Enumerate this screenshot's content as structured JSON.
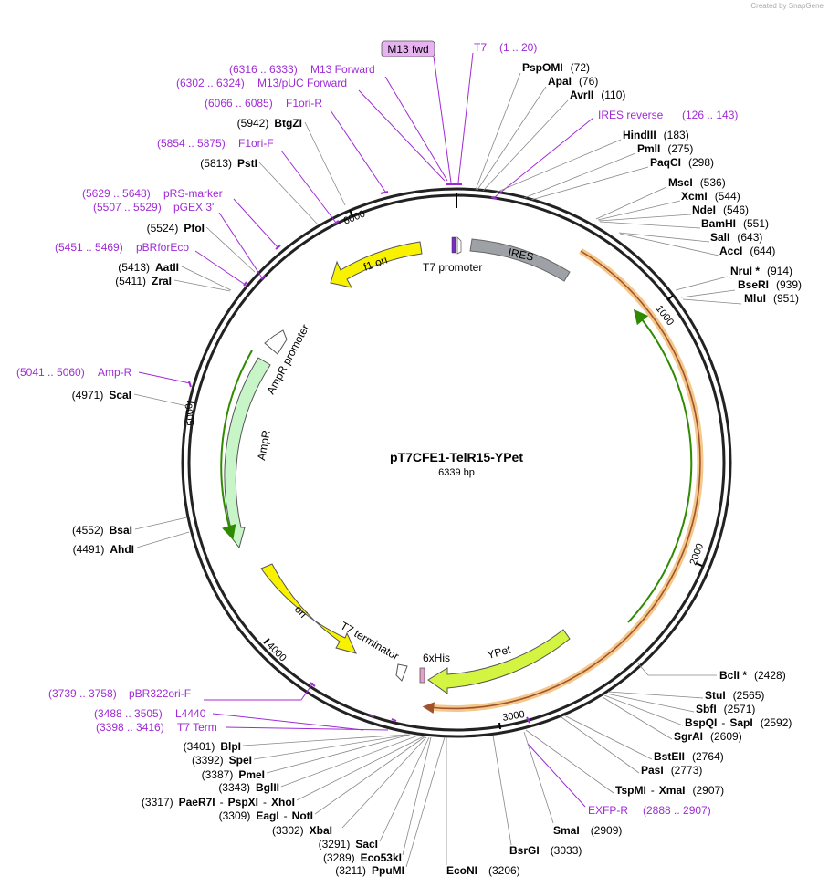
{
  "credit": "Created by SnapGene",
  "plasmid": {
    "name": "pT7CFE1-TelR15-YPet",
    "size": "6339 bp"
  },
  "ticks": [
    "1000",
    "2000",
    "3000",
    "4000",
    "5000",
    "6000"
  ],
  "features": {
    "t7_promoter": "T7 promoter",
    "ires": "IRES",
    "f1_ori": "f1 ori",
    "ampr_promoter": "AmpR promoter",
    "ampr": "AmpR",
    "ori": "ori",
    "t7_terminator": "T7 terminator",
    "his": "6xHis",
    "ypet": "YPet"
  },
  "primers": {
    "m13fwd_box": "M13 fwd",
    "t7": {
      "name": "T7",
      "range": "(1 .. 20)"
    },
    "m13_forward": {
      "name": "M13 Forward",
      "range": "(6316 .. 6333)"
    },
    "m13_puc": {
      "name": "M13/pUC Forward",
      "range": "(6302 .. 6324)"
    },
    "f1ori_r": {
      "name": "F1ori-R",
      "range": "(6066 .. 6085)"
    },
    "f1ori_f": {
      "name": "F1ori-F",
      "range": "(5854 .. 5875)"
    },
    "prs_marker": {
      "name": "pRS-marker",
      "range": "(5629 .. 5648)"
    },
    "pgex3": {
      "name": "pGEX 3'",
      "range": "(5507 .. 5529)"
    },
    "pbrforeco": {
      "name": "pBRforEco",
      "range": "(5451 .. 5469)"
    },
    "ampr_primer": {
      "name": "Amp-R",
      "range": "(5041 .. 5060)"
    },
    "ires_reverse": {
      "name": "IRES reverse",
      "range": "(126 .. 143)"
    },
    "pbr322ori_f": {
      "name": "pBR322ori-F",
      "range": "(3739 .. 3758)"
    },
    "l4440": {
      "name": "L4440",
      "range": "(3488 .. 3505)"
    },
    "t7_term": {
      "name": "T7 Term",
      "range": "(3398 .. 3416)"
    },
    "exfp_r": {
      "name": "EXFP-R",
      "range": "(2888 .. 2907)"
    }
  },
  "enzymes": {
    "pspomi": {
      "name": "PspOMI",
      "pos": "(72)"
    },
    "apai": {
      "name": "ApaI",
      "pos": "(76)"
    },
    "avrii": {
      "name": "AvrII",
      "pos": "(110)"
    },
    "hindiii": {
      "name": "HindIII",
      "pos": "(183)"
    },
    "pmli": {
      "name": "PmlI",
      "pos": "(275)"
    },
    "paqci": {
      "name": "PaqCI",
      "pos": "(298)"
    },
    "msci": {
      "name": "MscI",
      "pos": "(536)"
    },
    "xcmi": {
      "name": "XcmI",
      "pos": "(544)"
    },
    "ndei": {
      "name": "NdeI",
      "pos": "(546)"
    },
    "bamhi": {
      "name": "BamHI",
      "pos": "(551)"
    },
    "sali": {
      "name": "SalI",
      "pos": "(643)"
    },
    "acci": {
      "name": "AccI",
      "pos": "(644)"
    },
    "nrui": {
      "name": "NruI *",
      "pos": "(914)"
    },
    "beseri": {
      "name": "BseRI",
      "pos": "(939)"
    },
    "mlui": {
      "name": "MluI",
      "pos": "(951)"
    },
    "bcli": {
      "name": "BclI *",
      "pos": "(2428)"
    },
    "stui": {
      "name": "StuI",
      "pos": "(2565)"
    },
    "sbfi": {
      "name": "SbfI",
      "pos": "(2571)"
    },
    "bspqi": {
      "name": "BspQI",
      "sep": "-",
      "name2": "SapI",
      "pos": "(2592)"
    },
    "sgrai": {
      "name": "SgrAI",
      "pos": "(2609)"
    },
    "bsteii": {
      "name": "BstEII",
      "pos": "(2764)"
    },
    "pasi": {
      "name": "PasI",
      "pos": "(2773)"
    },
    "tspmi": {
      "name": "TspMI",
      "sep": "-",
      "name2": "XmaI",
      "pos": "(2907)"
    },
    "smai": {
      "name": "SmaI",
      "pos": "(2909)"
    },
    "bsrgi": {
      "name": "BsrGI",
      "pos": "(3033)"
    },
    "econi": {
      "name": "EcoNI",
      "pos": "(3206)"
    },
    "ppumi": {
      "name": "PpuMI",
      "pos": "(3211)"
    },
    "eco53ki": {
      "name": "Eco53kI",
      "pos": "(3289)"
    },
    "saci": {
      "name": "SacI",
      "pos": "(3291)"
    },
    "xbai": {
      "name": "XbaI",
      "pos": "(3302)"
    },
    "eagi": {
      "name": "EagI",
      "sep": "-",
      "name2": "NotI",
      "pos": "(3309)"
    },
    "paer7i": {
      "name": "PaeR7I",
      "sep": "-",
      "name2": "PspXI",
      "sep2": "-",
      "name3": "XhoI",
      "pos": "(3317)"
    },
    "bglii": {
      "name": "BglII",
      "pos": "(3343)"
    },
    "pmei": {
      "name": "PmeI",
      "pos": "(3387)"
    },
    "spei": {
      "name": "SpeI",
      "pos": "(3392)"
    },
    "blpi": {
      "name": "BlpI",
      "pos": "(3401)"
    },
    "ahdi": {
      "name": "AhdI",
      "pos": "(4491)"
    },
    "bsai": {
      "name": "BsaI",
      "pos": "(4552)"
    },
    "scai": {
      "name": "ScaI",
      "pos": "(4971)"
    },
    "zrai": {
      "name": "ZraI",
      "pos": "(5411)"
    },
    "aatii": {
      "name": "AatII",
      "pos": "(5413)"
    },
    "pfoi": {
      "name": "PfoI",
      "pos": "(5524)"
    },
    "psti": {
      "name": "PstI",
      "pos": "(5813)"
    },
    "btgzi": {
      "name": "BtgZI",
      "pos": "(5942)"
    }
  }
}
